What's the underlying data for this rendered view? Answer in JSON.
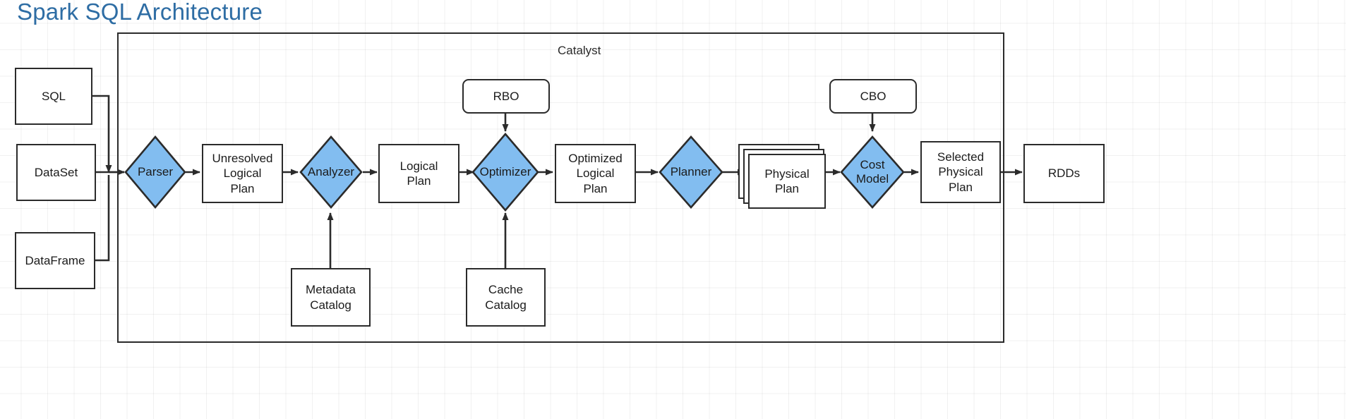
{
  "title": "Spark SQL Architecture",
  "colors": {
    "title": "#2E6DA4",
    "diamond_fill": "#82BDF0",
    "stroke": "#2B2B2B",
    "box_fill": "#FFFFFF",
    "grid": "#E8E8E8"
  },
  "container": {
    "label": "Catalyst"
  },
  "inputs": [
    {
      "label": "SQL"
    },
    {
      "label": "DataSet"
    },
    {
      "label": "DataFrame"
    }
  ],
  "pipeline": [
    {
      "label": "Parser",
      "shape": "diamond"
    },
    {
      "label": "Unresolved\nLogical\nPlan",
      "shape": "rect"
    },
    {
      "label": "Analyzer",
      "shape": "diamond"
    },
    {
      "label": "Logical\nPlan",
      "shape": "rect"
    },
    {
      "label": "Optimizer",
      "shape": "diamond"
    },
    {
      "label": "Optimized\nLogical\nPlan",
      "shape": "rect"
    },
    {
      "label": "Planner",
      "shape": "diamond"
    },
    {
      "label": "Physical\nPlan",
      "shape": "stack"
    },
    {
      "label": "Cost\nModel",
      "shape": "diamond"
    },
    {
      "label": "Selected\nPhysical\nPlan",
      "shape": "rect"
    }
  ],
  "helpers": {
    "rbo": "RBO",
    "cbo": "CBO",
    "metadata_catalog": "Metadata\nCatalog",
    "cache_catalog": "Cache\nCatalog"
  },
  "output": {
    "label": "RDDs"
  }
}
